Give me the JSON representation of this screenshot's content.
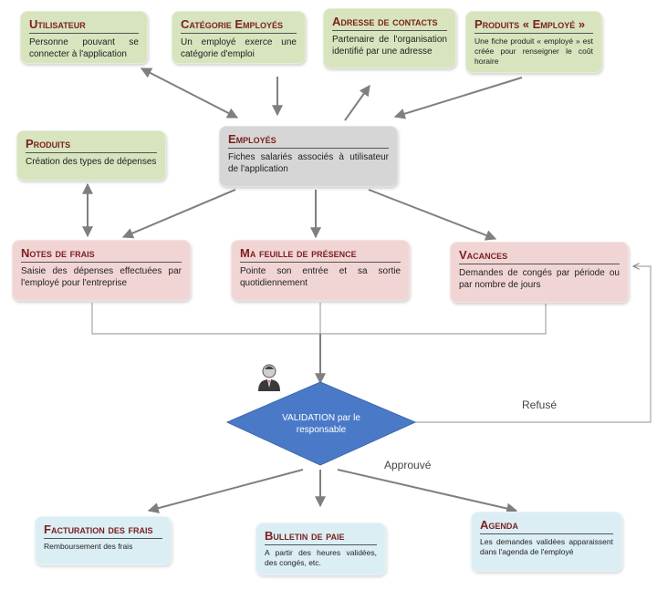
{
  "nodes": {
    "utilisateur": {
      "title": "Utilisateur",
      "desc": "Personne pouvant se connecter à l'application"
    },
    "categorie": {
      "title": "Catégorie Employés",
      "desc": "Un employé exerce une catégorie d'emploi"
    },
    "adresse": {
      "title": "Adresse de contacts",
      "desc": "Partenaire de l'organisation identifié par une adresse"
    },
    "produits_employe": {
      "title": "Produits « Employé »",
      "desc": "Une fiche produit « employé » est créée pour renseigner le coût horaire"
    },
    "produits": {
      "title": "Produits",
      "desc": "Création des types de dépenses"
    },
    "employes": {
      "title": "Employés",
      "desc": "Fiches salariés associés à utilisateur de l'application"
    },
    "notes": {
      "title": "Notes de frais",
      "desc": "Saisie des dépenses effectuées par l'employé pour l'entreprise"
    },
    "feuille": {
      "title": "Ma feuille de présence",
      "desc": "Pointe son entrée et sa sortie quotidiennement"
    },
    "vacances": {
      "title": "Vacances",
      "desc": "Demandes de congés par période ou par nombre de jours"
    },
    "validation": {
      "label": "VALIDATION par le responsable"
    },
    "facturation": {
      "title": "Facturation des frais",
      "desc": "Remboursement des frais"
    },
    "bulletin": {
      "title": "Bulletin de paie",
      "desc": "A partir des heures validées, des congés, etc."
    },
    "agenda": {
      "title": "Agenda",
      "desc": "Les demandes validées apparaissent dans l'agenda de l'employé"
    }
  },
  "edges": {
    "refuse": "Refusé",
    "approuve": "Approuvé"
  },
  "colors": {
    "green": "#d7e4bd",
    "pink": "#f1d5d5",
    "grey": "#d6d6d6",
    "blue": "#dbeef4",
    "diamond": "#4a7ac7",
    "title": "#7b1f1f",
    "arrow": "#7f7f7f"
  },
  "icons": {
    "validator": "user-icon"
  }
}
